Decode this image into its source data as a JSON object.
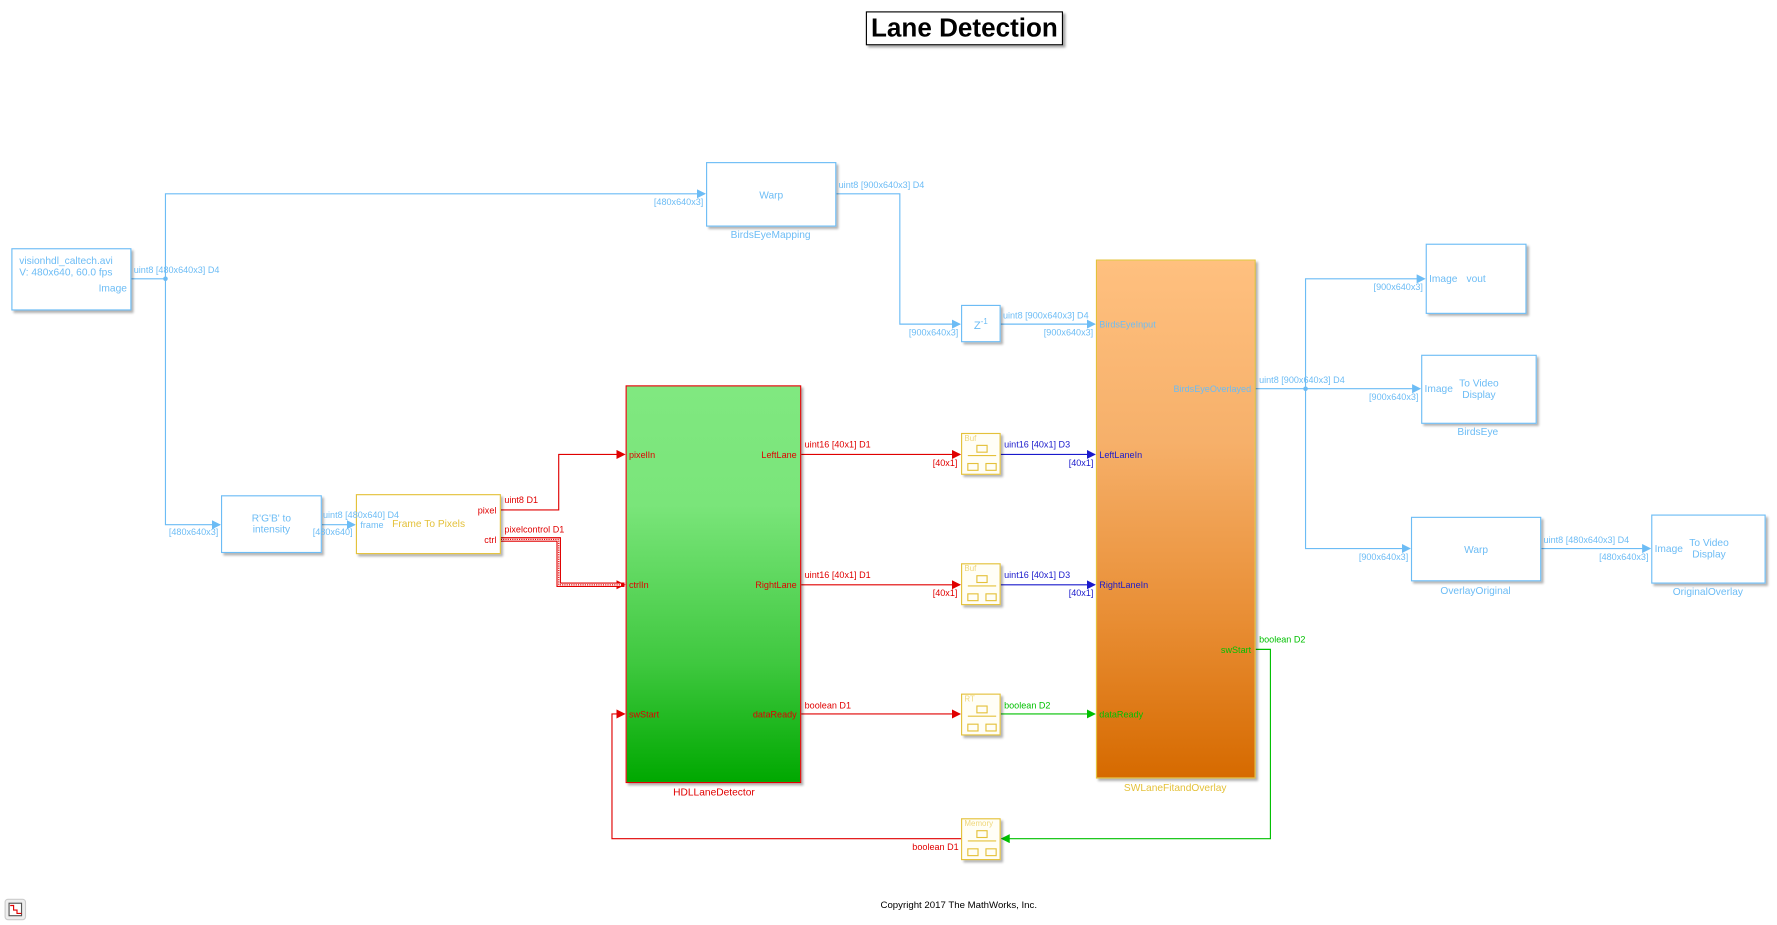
{
  "title": "Lane Detection",
  "copyright": "Copyright 2017 The MathWorks, Inc.",
  "colors": {
    "data": "#6cbcf5",
    "hdl": "#e00000",
    "buffered": "#1a1acc",
    "control": "#00c000",
    "sw": "#e4c13a"
  },
  "blocks": {
    "source": {
      "line1": "visionhdl_caltech.avi",
      "line2": "V: 480x640, 60.0 fps",
      "port_out": "Image"
    },
    "birds_eye_mapping": {
      "label": "Warp",
      "name": "BirdsEyeMapping"
    },
    "delay": {
      "label": "Z",
      "exp": "-1"
    },
    "rgb2int": {
      "label": "R'G'B' to intensity"
    },
    "frame_to_pixels": {
      "label": "Frame To Pixels",
      "port_in": "frame",
      "port_out1": "pixel",
      "port_out2": "ctrl"
    },
    "hdl": {
      "name": "HDLLaneDetector",
      "in": [
        "pixelIn",
        "ctrlIn",
        "swStart"
      ],
      "out": [
        "LeftLane",
        "RightLane",
        "dataReady"
      ]
    },
    "buf1": {
      "label": "Buf"
    },
    "buf2": {
      "label": "Buf"
    },
    "rt": {
      "label": "RT"
    },
    "memory": {
      "label": "Memory"
    },
    "sw": {
      "name": "SWLaneFitandOverlay",
      "in": [
        "BirdsEyeInput",
        "LeftLaneIn",
        "RightLaneIn",
        "dataReady"
      ],
      "out": [
        "BirdsEyeOverlayed",
        "swStart"
      ]
    },
    "vout": {
      "port_in": "Image",
      "label": "vout"
    },
    "birds_eye_display": {
      "port_in": "Image",
      "label": "To Video Display",
      "name": "BirdsEye"
    },
    "overlay_original": {
      "label": "Warp",
      "name": "OverlayOriginal"
    },
    "original_overlay_display": {
      "port_in": "Image",
      "label": "To Video Display",
      "name": "OriginalOverlay"
    }
  },
  "signals": {
    "src_out": "uint8 [480x640x3] D4",
    "warp_in_dim": "[480x640x3]",
    "rgb_in_dim": "[480x640x3]",
    "warp_out": "uint8 [900x640x3] D4",
    "delay_in_dim": "[900x640x3]",
    "delay_out": "uint8 [900x640x3] D4",
    "sw_in_dim": "[900x640x3]",
    "rgb_out": "uint8 [480x640] D4",
    "ftp_in_dim": "[480x640]",
    "pixel": "uint8 D1",
    "ctrl": "pixelcontrol D1",
    "left_lane": "uint16 [40x1] D1",
    "left_dim": "[40x1]",
    "right_lane": "uint16 [40x1] D1",
    "right_dim": "[40x1]",
    "data_ready": "boolean D1",
    "left_buf": "uint16 [40x1] D3",
    "left_buf_dim": "[40x1]",
    "right_buf": "uint16 [40x1] D3",
    "right_buf_dim": "[40x1]",
    "rt_out": "boolean D2",
    "sw_start": "boolean D2",
    "memory_out": "boolean D1",
    "overlay_out": "uint8 [900x640x3] D4",
    "vout_dim": "[900x640x3]",
    "be_dim": "[900x640x3]",
    "oo_dim": "[900x640x3]",
    "oo_out": "uint8 [480x640x3] D4",
    "od_dim": "[480x640x3]"
  }
}
